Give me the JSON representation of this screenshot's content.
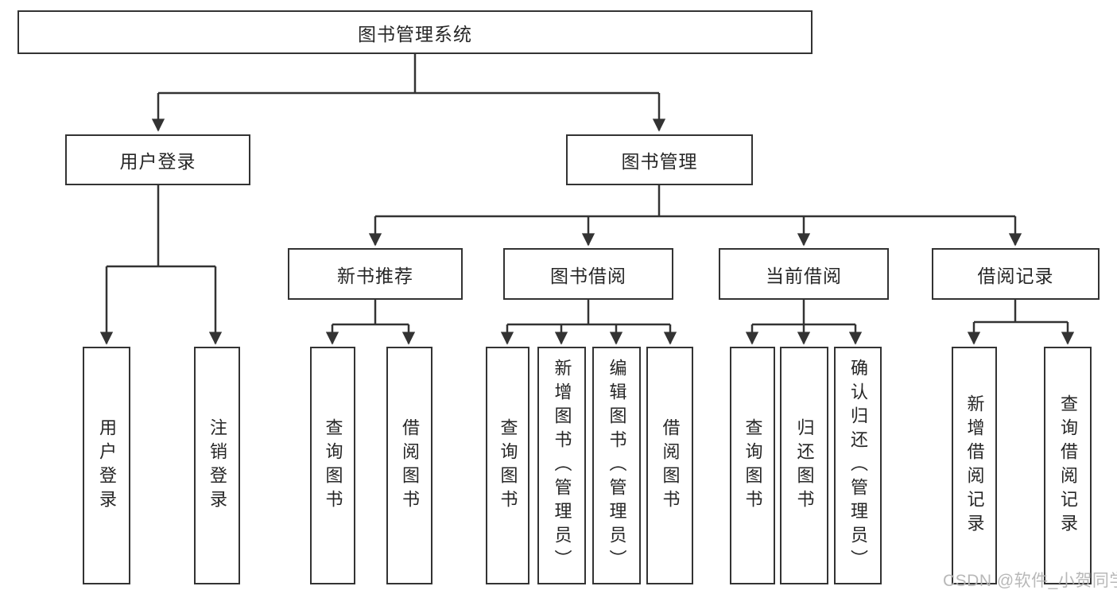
{
  "diagram_title": "图书管理系统",
  "tree": {
    "label": "图书管理系统",
    "children": [
      {
        "label": "用户登录",
        "children": [
          {
            "label": "用户登录"
          },
          {
            "label": "注销登录"
          }
        ]
      },
      {
        "label": "图书管理",
        "children": [
          {
            "label": "新书推荐",
            "children": [
              {
                "label": "查询图书"
              },
              {
                "label": "借阅图书"
              }
            ]
          },
          {
            "label": "图书借阅",
            "children": [
              {
                "label": "查询图书"
              },
              {
                "label": "新增图书（管理员）"
              },
              {
                "label": "编辑图书（管理员）"
              },
              {
                "label": "借阅图书"
              }
            ]
          },
          {
            "label": "当前借阅",
            "children": [
              {
                "label": "查询图书"
              },
              {
                "label": "归还图书"
              },
              {
                "label": "确认归还（管理员）"
              }
            ]
          },
          {
            "label": "借阅记录",
            "children": [
              {
                "label": "新增借阅记录"
              },
              {
                "label": "查询借阅记录"
              }
            ]
          }
        ]
      }
    ]
  },
  "watermark": {
    "text": "CSDN @软件_小贺同学"
  },
  "colors": {
    "background": "#ffffff",
    "line": "#333333",
    "box_border": "#333333",
    "text": "#262626",
    "watermark": "#b2b2b2"
  }
}
